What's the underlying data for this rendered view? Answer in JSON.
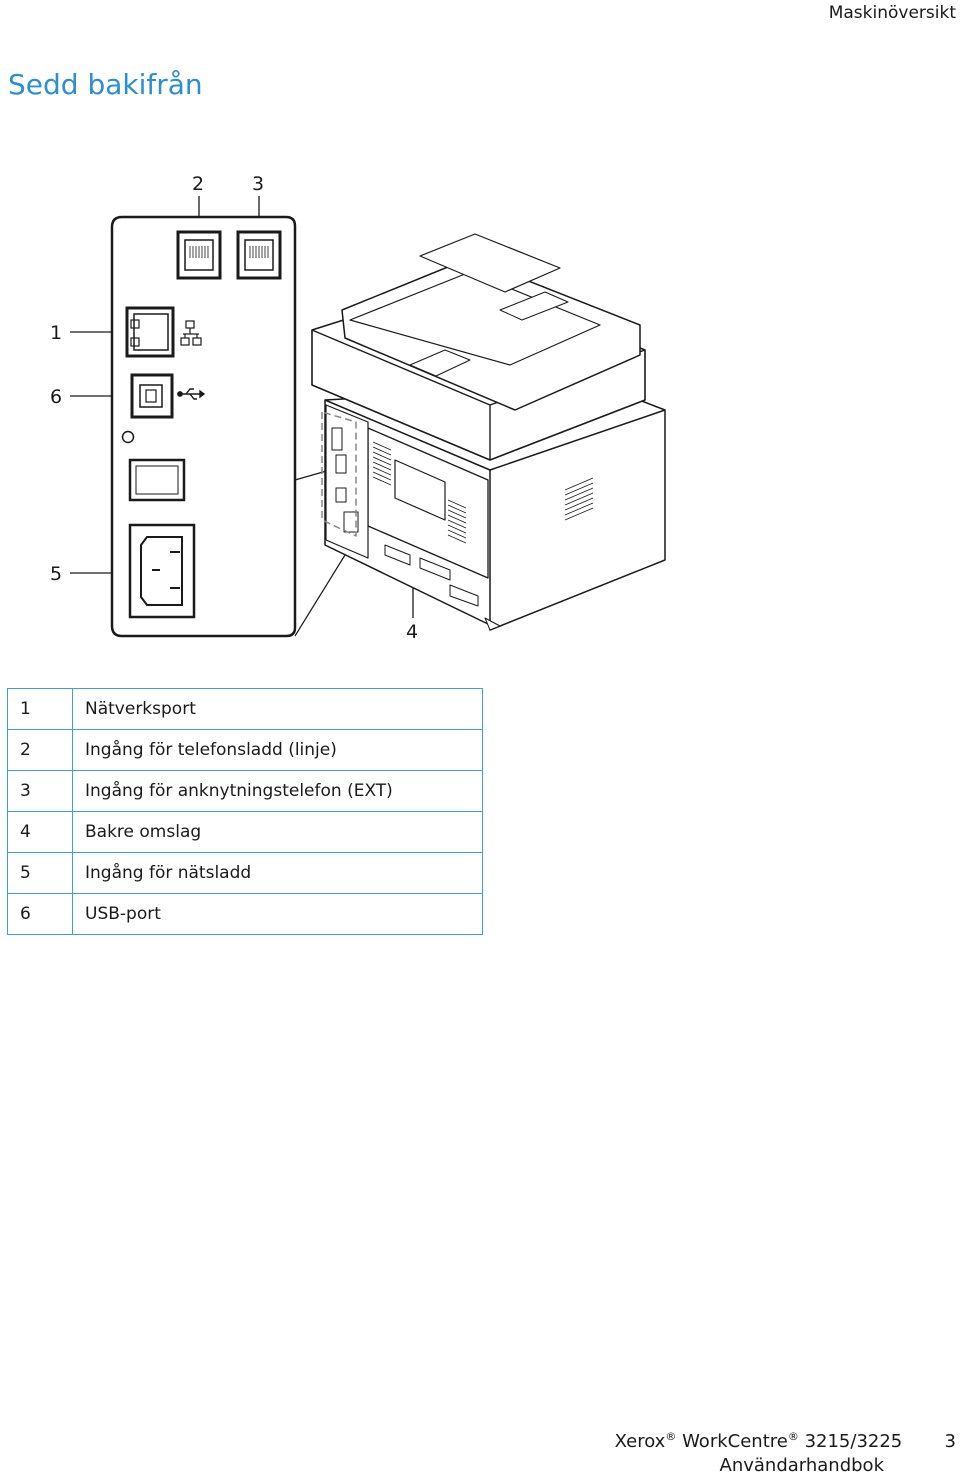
{
  "header": {
    "section": "Maskinöversikt"
  },
  "title": "Sedd bakifrån",
  "figure": {
    "callouts": [
      "1",
      "2",
      "3",
      "4",
      "5",
      "6"
    ]
  },
  "legend": [
    {
      "num": "1",
      "label": "Nätverksport"
    },
    {
      "num": "2",
      "label": "Ingång för telefonsladd (linje)"
    },
    {
      "num": "3",
      "label": "Ingång för anknytningstelefon (EXT)"
    },
    {
      "num": "4",
      "label": "Bakre omslag"
    },
    {
      "num": "5",
      "label": "Ingång för nätsladd"
    },
    {
      "num": "6",
      "label": "USB-port"
    }
  ],
  "footer": {
    "brand": "Xerox",
    "product": "WorkCentre",
    "model": "3215/3225",
    "page": "3",
    "doc": "Användarhandbok",
    "reg_mark": "®"
  },
  "colors": {
    "accent": "#2d8fd0",
    "table_border": "#3ba0d8"
  }
}
